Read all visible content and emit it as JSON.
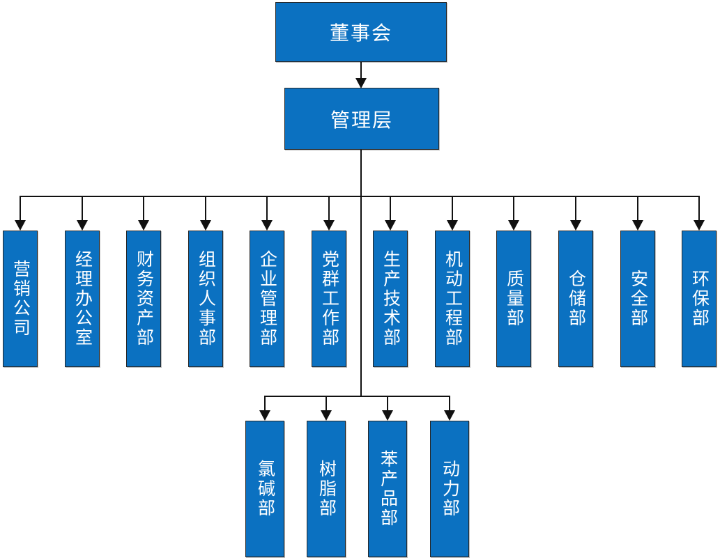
{
  "org": {
    "title": "",
    "level1": {
      "label": "董事会"
    },
    "level2": {
      "label": "管理层"
    },
    "level3": [
      {
        "label": "营销公司"
      },
      {
        "label": "经理办公室"
      },
      {
        "label": "财务资产部"
      },
      {
        "label": "组织人事部"
      },
      {
        "label": "企业管理部"
      },
      {
        "label": "党群工作部"
      },
      {
        "label": "生产技术部"
      },
      {
        "label": "机动工程部"
      },
      {
        "label": "质量部"
      },
      {
        "label": "仓储部"
      },
      {
        "label": "安全部"
      },
      {
        "label": "环保部"
      }
    ],
    "level4": [
      {
        "label": "氯碱部"
      },
      {
        "label": "树脂部"
      },
      {
        "label": "苯产品部"
      },
      {
        "label": "动力部"
      }
    ],
    "colors": {
      "box_fill": "#0b71c1",
      "box_border": "#262626",
      "box_text": "#ffffff",
      "line": "#111111"
    }
  }
}
